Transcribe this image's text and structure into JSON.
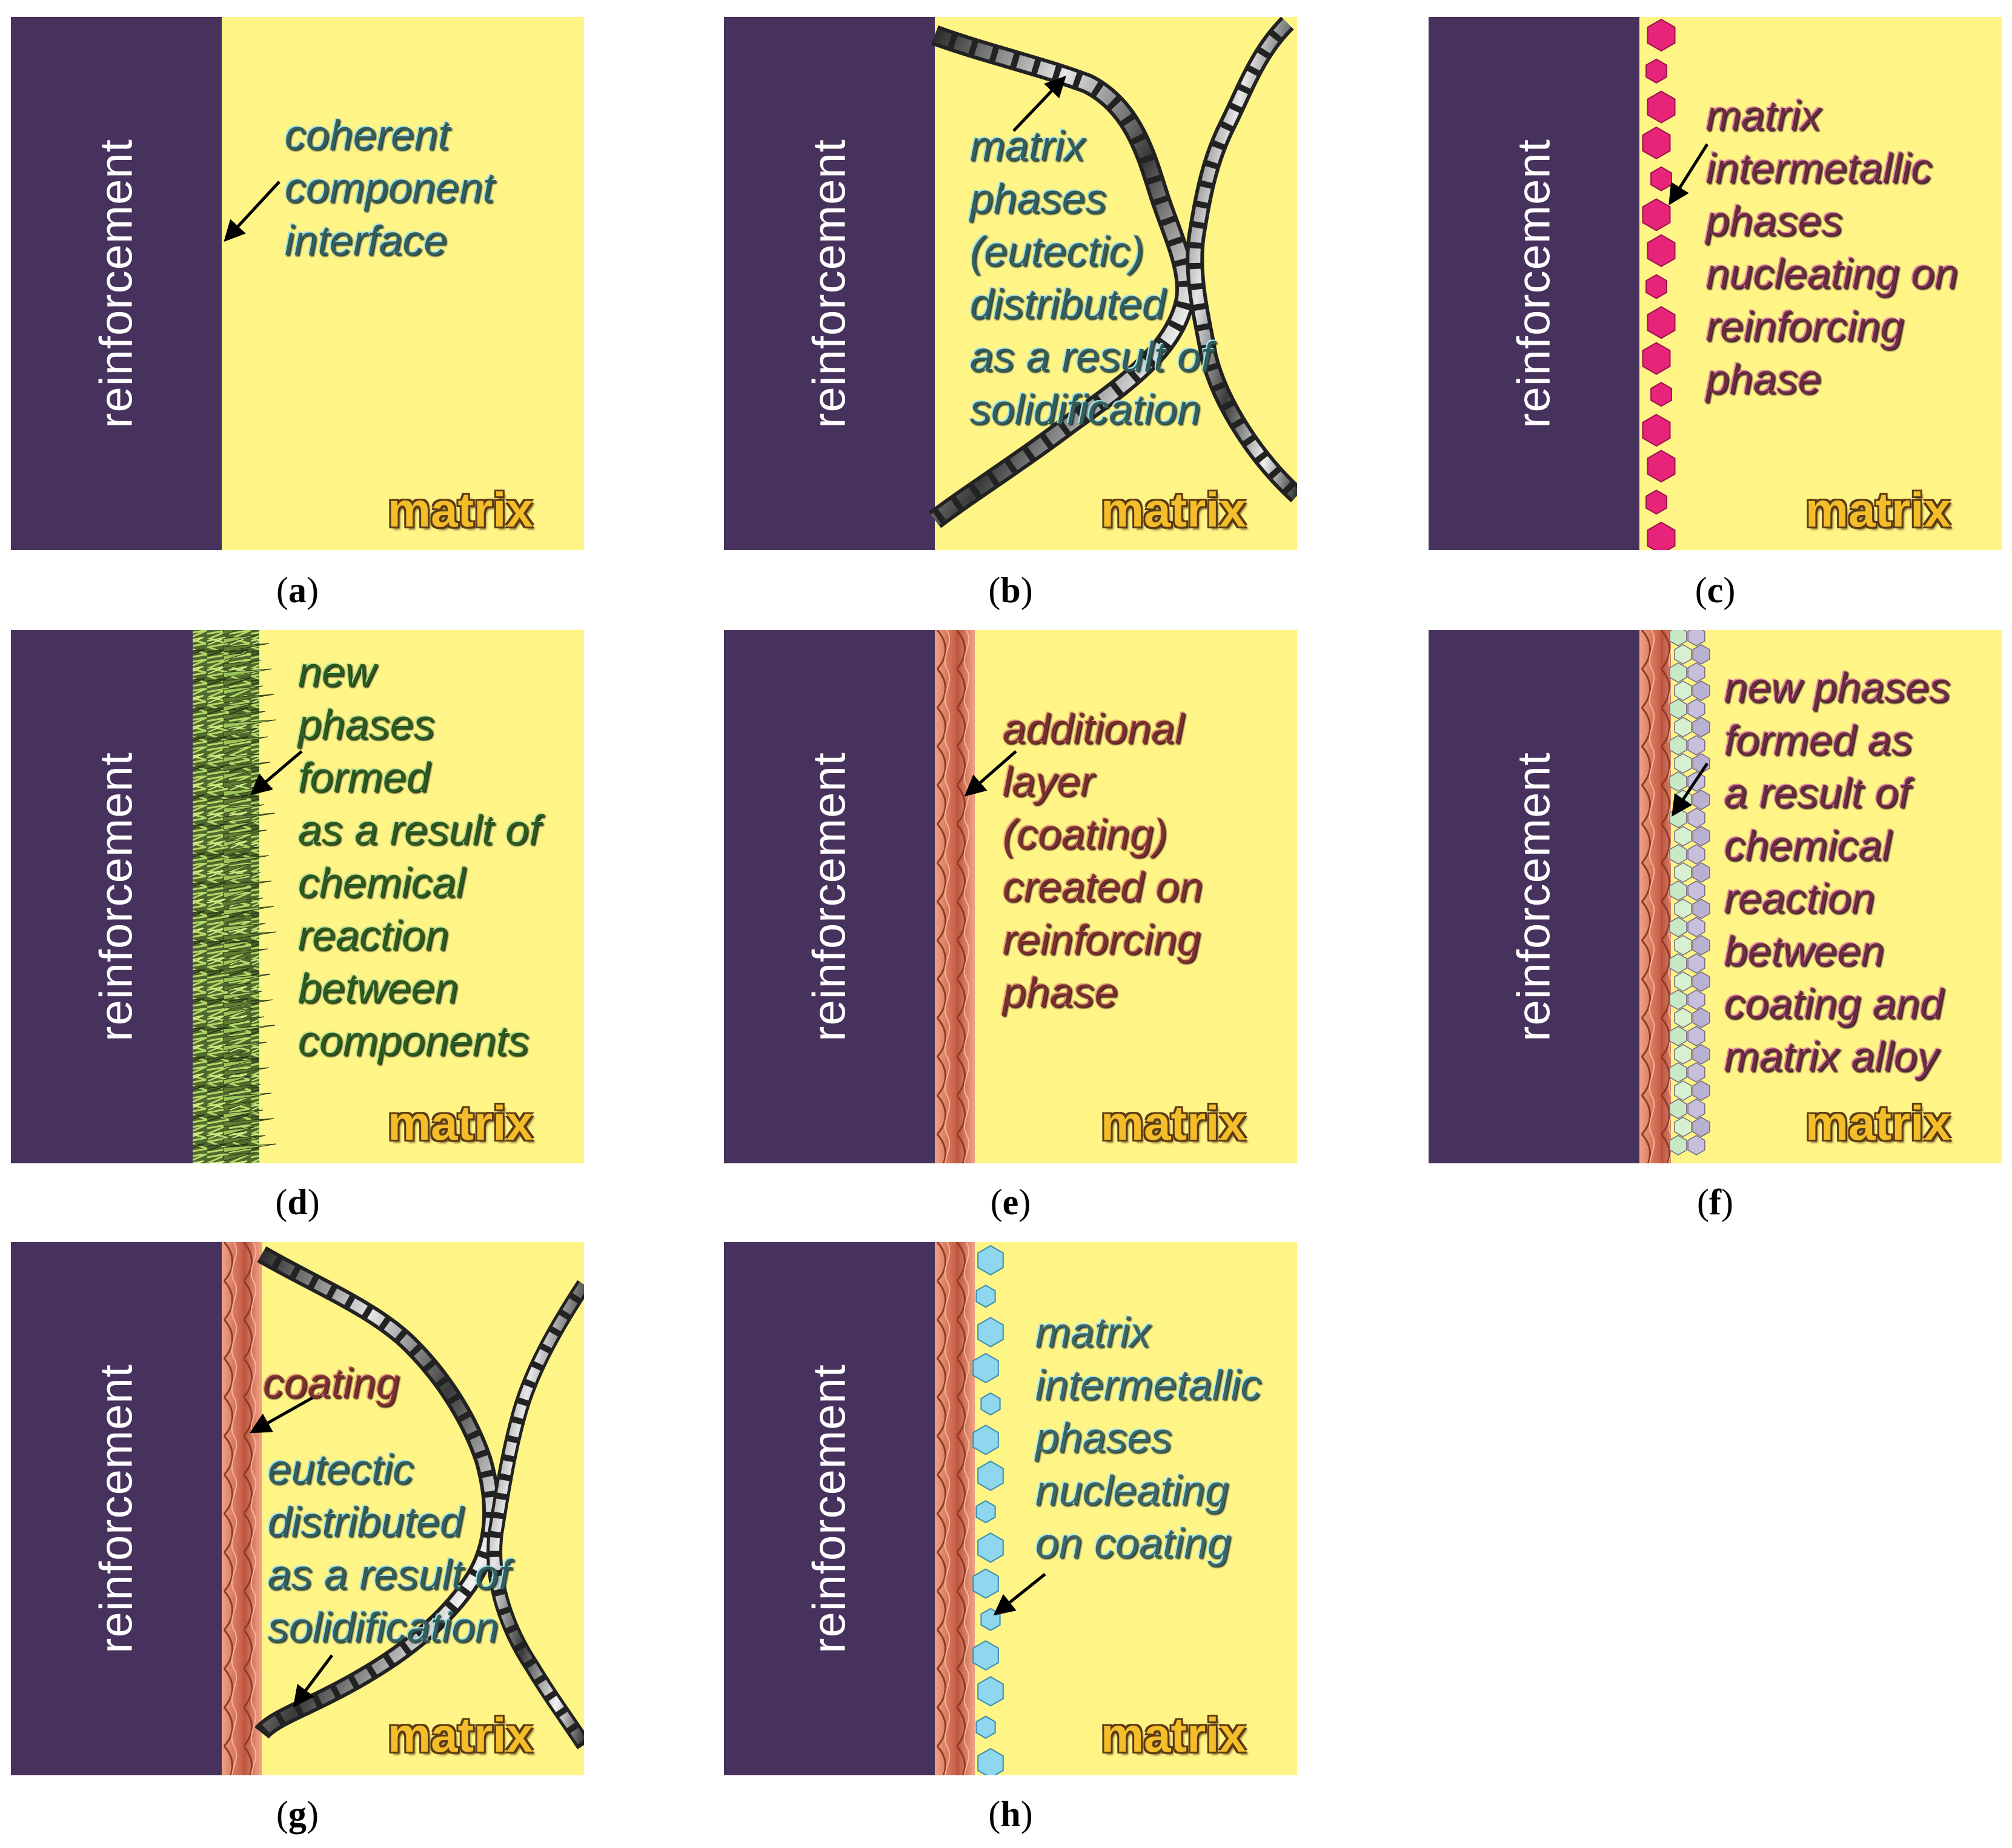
{
  "colors": {
    "reinforcement": "#47325e",
    "matrix": "#fff486",
    "coating": "#d9785c",
    "intermetallic_c": "#e8237a",
    "intermetallic_h": "#8fd7ef",
    "reaction_phase": "#c9e8c6"
  },
  "panels": [
    {
      "id": "a",
      "reinforcement_label": "reinforcement",
      "annotation": "coherent\ncomponent\ninterface",
      "matrix_label": "matrix",
      "caption_open": "(",
      "caption_letter": "a",
      "caption_close": ")"
    },
    {
      "id": "b",
      "reinforcement_label": "reinforcement",
      "annotation": "matrix\nphases\n(eutectic)\ndistributed\nas a result of\nsolidification",
      "matrix_label": "matrix",
      "caption_open": "(",
      "caption_letter": "b",
      "caption_close": ")"
    },
    {
      "id": "c",
      "reinforcement_label": "reinforcement",
      "annotation": "matrix\nintermetallic\nphases\nnucleating on\nreinforcing\nphase",
      "matrix_label": "matrix",
      "caption_open": "(",
      "caption_letter": "c",
      "caption_close": ")"
    },
    {
      "id": "d",
      "reinforcement_label": "reinforcement",
      "annotation": "new\nphases\nformed\nas a result of\nchemical\nreaction\nbetween\ncomponents",
      "matrix_label": "matrix",
      "caption_open": "(",
      "caption_letter": "d",
      "caption_close": ")"
    },
    {
      "id": "e",
      "reinforcement_label": "reinforcement",
      "annotation": "additional\nlayer\n(coating)\ncreated on\nreinforcing\nphase",
      "matrix_label": "matrix",
      "caption_open": "(",
      "caption_letter": "e",
      "caption_close": ")"
    },
    {
      "id": "f",
      "reinforcement_label": "reinforcement",
      "annotation": "new phases\nformed as\na result of\nchemical\nreaction\nbetween\ncoating and\nmatrix alloy",
      "matrix_label": "matrix",
      "caption_open": "(",
      "caption_letter": "f",
      "caption_close": ")"
    },
    {
      "id": "g",
      "reinforcement_label": "reinforcement",
      "annotation": "coating",
      "annotation2": "eutectic\ndistributed\nas a result of\nsolidification",
      "matrix_label": "matrix",
      "caption_open": "(",
      "caption_letter": "g",
      "caption_close": ")"
    },
    {
      "id": "h",
      "reinforcement_label": "reinforcement",
      "annotation": "matrix\nintermetallic\nphases\nnucleating\non coating",
      "matrix_label": "matrix",
      "caption_open": "(",
      "caption_letter": "h",
      "caption_close": ")"
    }
  ]
}
